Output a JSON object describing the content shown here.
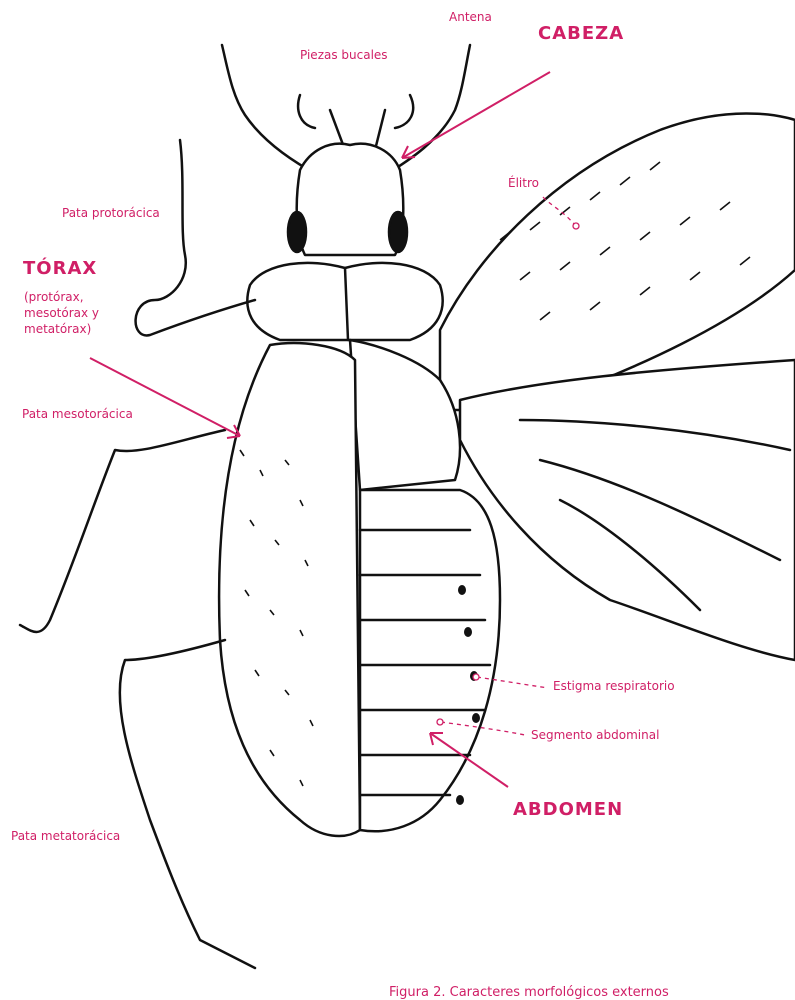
{
  "labels": {
    "antena": "Antena",
    "piezas_bucales": "Piezas bucales",
    "cabeza": "CABEZA",
    "elitro": "Élitro",
    "pata_protoracica": "Pata protorácica",
    "torax": "TÓRAX",
    "torax_sub_1": "(protórax,",
    "torax_sub_2": "mesotórax y",
    "torax_sub_3": "metatórax)",
    "pata_mesotoracica": "Pata mesotorácica",
    "estigma": "Estigma respiratorio",
    "segmento": "Segmento abdominal",
    "abdomen": "ABDOMEN",
    "pata_metatoracica": "Pata metatorácica",
    "caption": "Figura 2. Caracteres morfológicos externos"
  },
  "colors": {
    "accent": "#d01f66",
    "line": "#111111"
  }
}
